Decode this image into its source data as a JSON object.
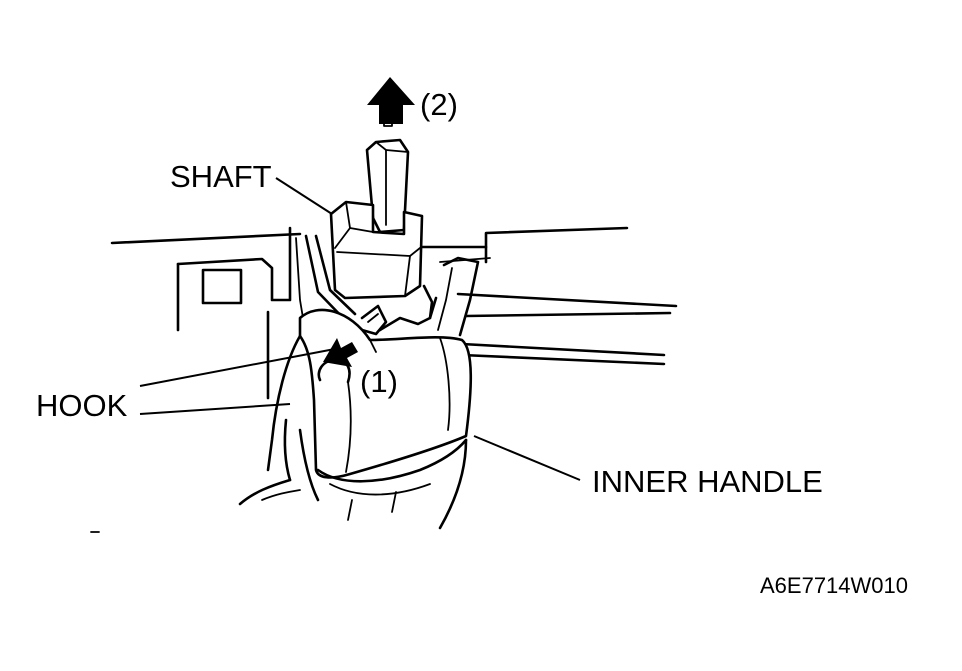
{
  "labels": {
    "shaft": "SHAFT",
    "hook": "HOOK",
    "inner_handle": "INNER HANDLE",
    "step1": "(1)",
    "step2": "(2)",
    "figure_code": "A6E7714W010"
  },
  "colors": {
    "ink": "#000000",
    "paper": "#ffffff"
  },
  "icons": {
    "step1_arrow": "arrow-down-left-icon",
    "step2_arrow": "arrow-up-icon"
  }
}
